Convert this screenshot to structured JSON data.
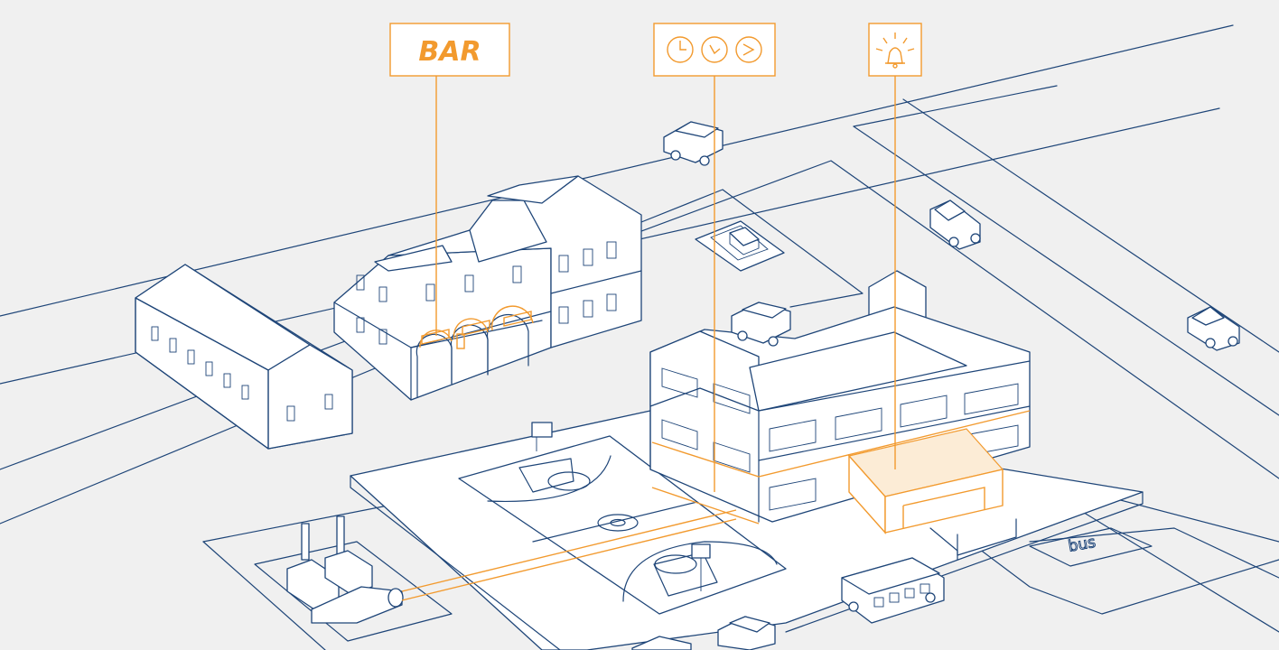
{
  "scene": {
    "colors": {
      "background": "#f0f0f0",
      "line": "#1e4578",
      "accent": "#f29a2e"
    },
    "callouts": [
      {
        "id": "bar",
        "label": "BAR",
        "icon": "bar-sign-icon"
      },
      {
        "id": "clocks",
        "label": "",
        "icon": "three-clocks-icon"
      },
      {
        "id": "bell",
        "label": "",
        "icon": "ringing-bell-icon"
      }
    ],
    "bus_stop_label": "bus"
  }
}
